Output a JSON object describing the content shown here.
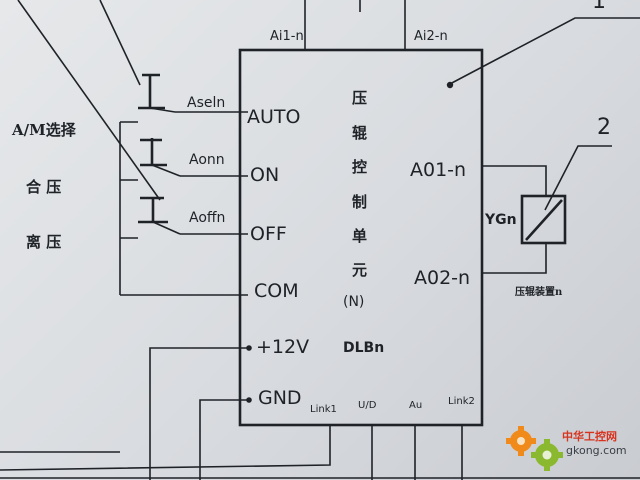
{
  "unit": {
    "top_labels": [
      "Ai1-n",
      "Ai2-n"
    ],
    "left_pins": [
      "AUTO",
      "ON",
      "OFF",
      "COM",
      "+12V",
      "GND"
    ],
    "right_pins": [
      "A01-n",
      "A02-n"
    ],
    "bottom_pins": [
      "Link1",
      "U/D",
      "Au",
      "Link2"
    ],
    "title_chars": [
      "压",
      "辊",
      "控",
      "制",
      "单",
      "元"
    ],
    "sub_label": "(N)",
    "code": "DLBn"
  },
  "switches": {
    "labels": [
      "Aseln",
      "Aonn",
      "Aoffn"
    ]
  },
  "side_labels": {
    "mode_select": "A/M选择",
    "close": "合  压",
    "lift": "离  压"
  },
  "coil": {
    "label": "YGn",
    "caption": "压辊装置n"
  },
  "callouts": [
    "1",
    "2"
  ],
  "watermark": {
    "cn": "中华工控网",
    "url": "gkong.com",
    "colors": {
      "orange": "#f08a1a",
      "green": "#8ab82e",
      "red": "#d8331f"
    }
  }
}
